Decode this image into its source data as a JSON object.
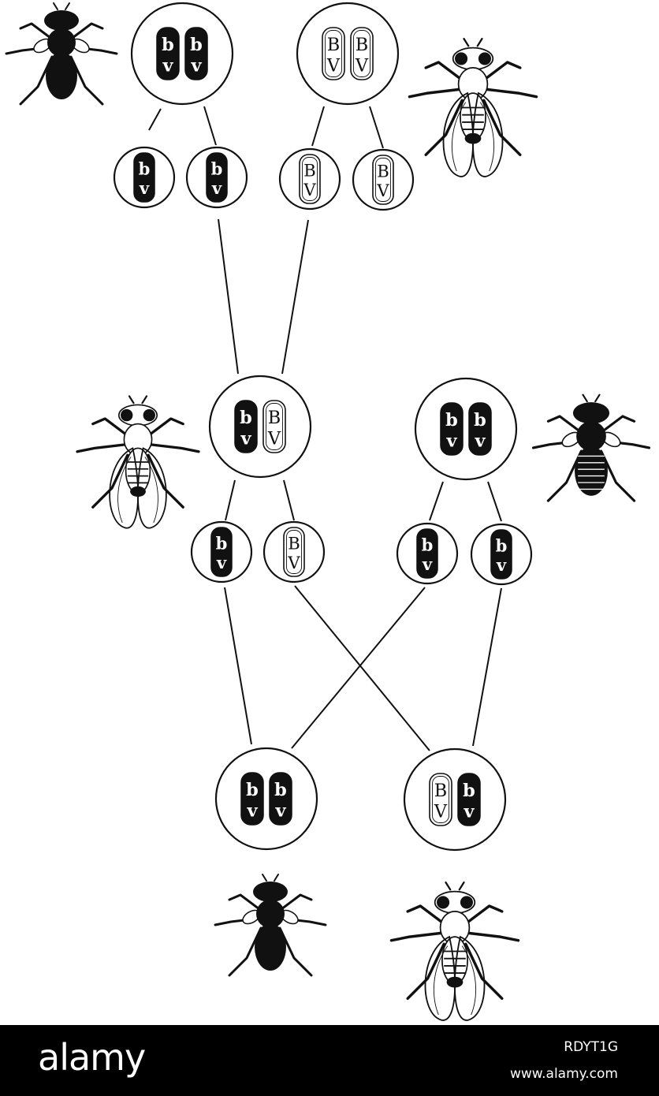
{
  "colors": {
    "ink": "#111111",
    "paper": "#ffffff",
    "footer_bg": "#000000"
  },
  "chromosome_letters": {
    "black_top": "b",
    "black_bottom": "v",
    "white_top": "B",
    "white_bottom": "V"
  },
  "flies": [
    {
      "id": "fly-p-black-left",
      "phenotype": "black-vestigial"
    },
    {
      "id": "fly-p-grey-right",
      "phenotype": "grey-long"
    },
    {
      "id": "fly-f1-grey-left",
      "phenotype": "grey-long"
    },
    {
      "id": "fly-f1-black-right",
      "phenotype": "black-vestigial"
    },
    {
      "id": "fly-f2-black",
      "phenotype": "black-vestigial"
    },
    {
      "id": "fly-f2-grey",
      "phenotype": "grey-long"
    }
  ],
  "cells": [
    {
      "id": "p1",
      "kind": "zygote",
      "chromosomes": [
        "black",
        "black"
      ]
    },
    {
      "id": "p2",
      "kind": "zygote",
      "chromosomes": [
        "white",
        "white"
      ]
    },
    {
      "id": "g1",
      "kind": "gamete",
      "chromosomes": [
        "black"
      ]
    },
    {
      "id": "g2",
      "kind": "gamete",
      "chromosomes": [
        "black"
      ]
    },
    {
      "id": "g3",
      "kind": "gamete",
      "chromosomes": [
        "white"
      ]
    },
    {
      "id": "g4",
      "kind": "gamete",
      "chromosomes": [
        "white"
      ]
    },
    {
      "id": "f1a",
      "kind": "zygote",
      "chromosomes": [
        "black",
        "white"
      ]
    },
    {
      "id": "f1b",
      "kind": "zygote",
      "chromosomes": [
        "black",
        "black"
      ]
    },
    {
      "id": "g5",
      "kind": "gamete",
      "chromosomes": [
        "black"
      ]
    },
    {
      "id": "g6",
      "kind": "gamete",
      "chromosomes": [
        "white"
      ]
    },
    {
      "id": "g7",
      "kind": "gamete",
      "chromosomes": [
        "black"
      ]
    },
    {
      "id": "g8",
      "kind": "gamete",
      "chromosomes": [
        "black"
      ]
    },
    {
      "id": "f2a",
      "kind": "zygote",
      "chromosomes": [
        "black",
        "black"
      ]
    },
    {
      "id": "f2b",
      "kind": "zygote",
      "chromosomes": [
        "white",
        "black"
      ]
    }
  ],
  "links": [
    [
      "p1",
      "g1"
    ],
    [
      "p1",
      "g2"
    ],
    [
      "p2",
      "g3"
    ],
    [
      "p2",
      "g4"
    ],
    [
      "g2",
      "f1a"
    ],
    [
      "g3",
      "f1a"
    ],
    [
      "f1a",
      "g5"
    ],
    [
      "f1a",
      "g6"
    ],
    [
      "f1b",
      "g7"
    ],
    [
      "f1b",
      "g8"
    ],
    [
      "g5",
      "f2a"
    ],
    [
      "g7",
      "f2a"
    ],
    [
      "g6",
      "f2b"
    ],
    [
      "g8",
      "f2b"
    ]
  ],
  "footer": {
    "brand": "alamy",
    "image_id": "RDYT1G",
    "url": "www.alamy.com"
  }
}
